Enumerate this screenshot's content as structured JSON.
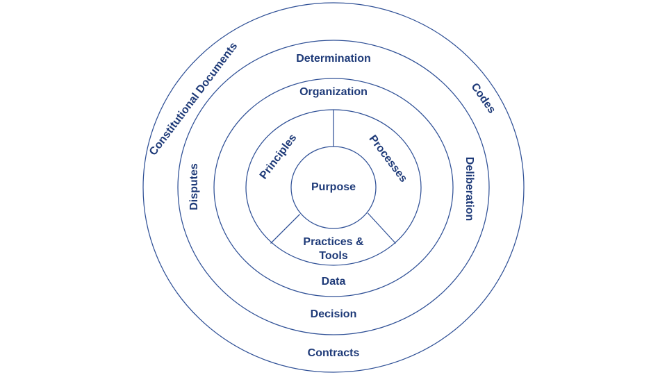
{
  "diagram": {
    "type": "concentric-rings",
    "colors": {
      "background": "#ffffff",
      "ring_stroke": "#2f5096",
      "label_text": "#1e3a78"
    },
    "center": {
      "label": "Purpose"
    },
    "rings": [
      {
        "name": "inner-sector-ring",
        "labels": [
          {
            "text": "Principles",
            "position": "upper-left"
          },
          {
            "text": "Processes",
            "position": "upper-right"
          },
          {
            "text": "Practices & Tools",
            "position": "bottom",
            "lines": [
              "Practices &",
              "Tools"
            ]
          }
        ]
      },
      {
        "name": "second-ring",
        "labels": [
          {
            "text": "Organization",
            "position": "top"
          },
          {
            "text": "Disputes",
            "position": "left"
          },
          {
            "text": "Data",
            "position": "bottom"
          }
        ]
      },
      {
        "name": "third-ring",
        "labels": [
          {
            "text": "Determination",
            "position": "top"
          },
          {
            "text": "Deliberation",
            "position": "right"
          },
          {
            "text": "Decision",
            "position": "bottom"
          }
        ]
      },
      {
        "name": "outer-ring",
        "labels": [
          {
            "text": "Constitutional Documents",
            "position": "upper-left"
          },
          {
            "text": "Codes",
            "position": "upper-right"
          },
          {
            "text": "Contracts",
            "position": "bottom"
          }
        ]
      }
    ]
  }
}
